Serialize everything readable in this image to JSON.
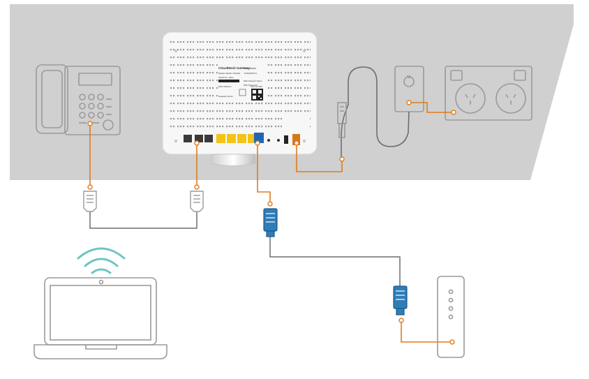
{
  "colors": {
    "background": "#ffffff",
    "wall_panel": "#cfd0cf",
    "outline": "#9a9a9a",
    "cable_grey": "#6e6e6e",
    "cable_orange": "#e07b1f",
    "wifi_teal": "#6cc5c4",
    "ethernet_blue": "#2f7db8",
    "port_yellow": "#f3c316",
    "port_blue": "#1f66b4",
    "port_orange": "#d8761c",
    "device_white": "#f7f7f7"
  },
  "router": {
    "brand": "CloudMesh Gateway",
    "maker": "Technicolor",
    "model_line": "Modem Model / Modèle",
    "model_code": "DJA0230TLS",
    "serial_line": "Serial No / Série",
    "mac_line": "MAC Address",
    "wifi_network_label": "WiFi Network Name",
    "wifi_password_label": "WiFi Password",
    "admin_label": "Gateway Admin",
    "barcode_caption": "Scan for WiFi"
  },
  "icons": {
    "telephone": "desk-phone-icon",
    "laptop": "laptop-icon",
    "wifi": "wifi-signal-icon",
    "nbn_box": "network-termination-device-icon",
    "wall_outlet": "power-outlet-icon",
    "rj11": "rj11-plug-icon",
    "rj45": "rj45-plug-icon",
    "power_adapter": "power-adapter-icon"
  }
}
